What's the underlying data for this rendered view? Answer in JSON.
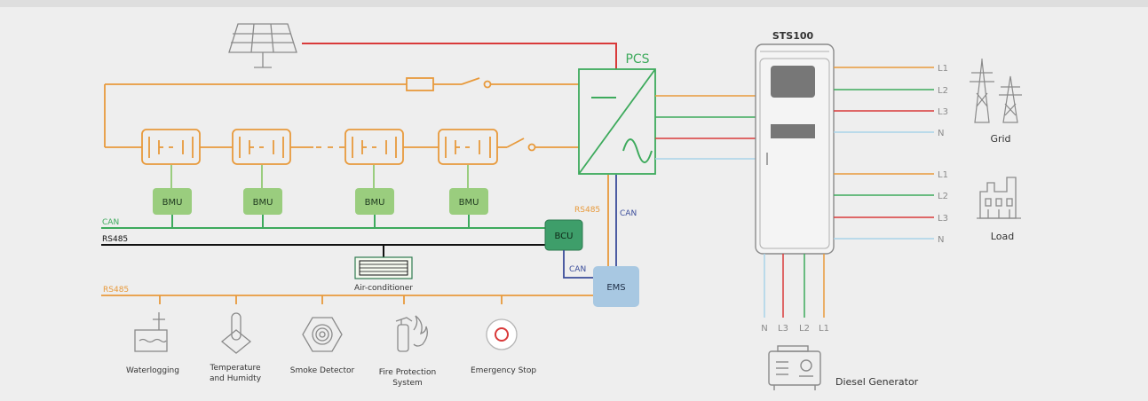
{
  "pcs": {
    "label": "PCS"
  },
  "sts": {
    "label": "STS100"
  },
  "bmu_labels": [
    "BMU",
    "BMU",
    "BMU",
    "BMU"
  ],
  "bcu": {
    "label": "BCU"
  },
  "ems": {
    "label": "EMS"
  },
  "buses": {
    "can": "CAN",
    "rs485": "RS485",
    "rs485_bottom": "RS485",
    "rs485_vertical": "RS485",
    "can_vertical": "CAN",
    "can_bcu_ems": "CAN"
  },
  "aircon": {
    "label": "Air-conditioner"
  },
  "grid": {
    "label": "Grid",
    "lines": [
      "L1",
      "L2",
      "L3",
      "N"
    ]
  },
  "load": {
    "label": "Load",
    "lines": [
      "L1",
      "L2",
      "L3",
      "N"
    ]
  },
  "generator": {
    "label": "Diesel Generator",
    "lines": [
      "N",
      "L3",
      "L2",
      "L1"
    ]
  },
  "sensors": {
    "waterlogging": "Waterlogging",
    "temp_line1": "Temperature",
    "temp_line2": "and Humidty",
    "smoke": "Smoke Detector",
    "fire_line1": "Fire Protection",
    "fire_line2": "System",
    "estop": "Emergency Stop"
  },
  "colors": {
    "orange": "#E89A3C",
    "green": "#3DAA5C",
    "red": "#D93A3A",
    "lightblue": "#A9D3E8",
    "navy": "#3A4C9A",
    "black": "#111111",
    "gray": "#8A8A8A",
    "bmu_fill": "#9ACD7E",
    "bcu_fill": "#3E9E6A",
    "ems_fill": "#A8C8E2",
    "background": "#EEEEEE"
  }
}
